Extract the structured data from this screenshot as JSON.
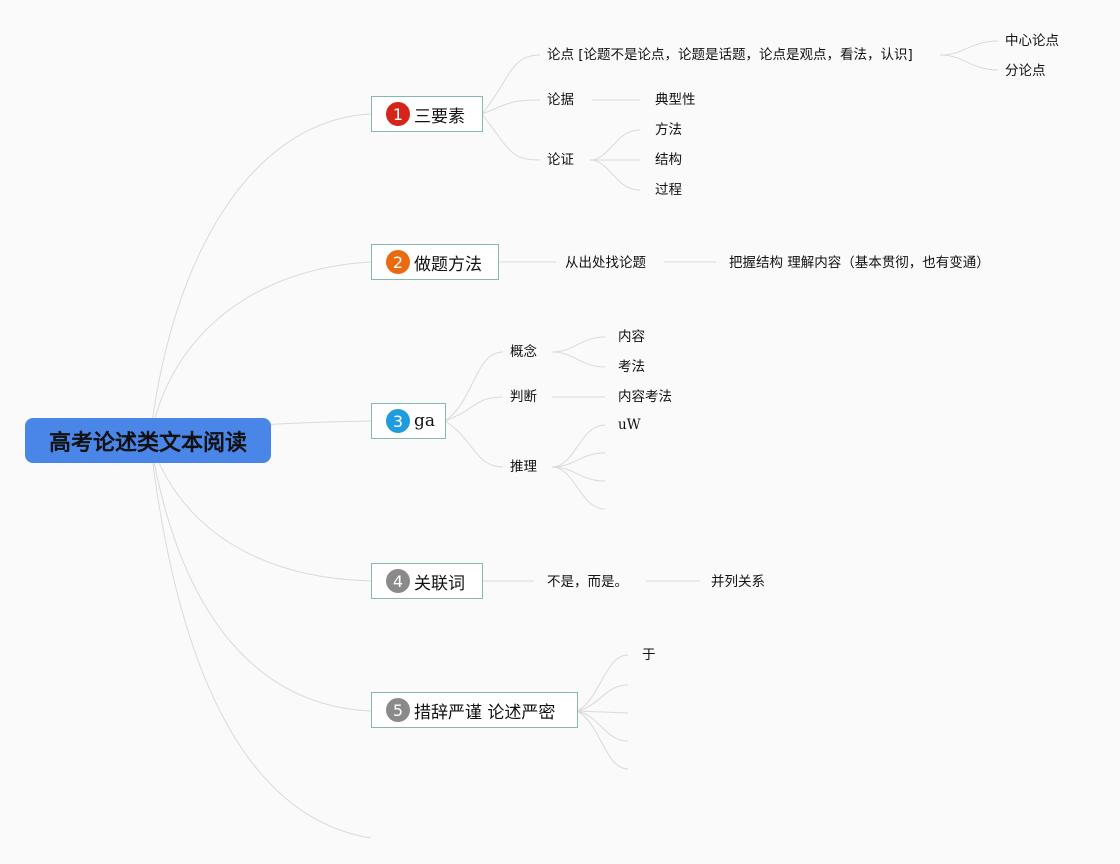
{
  "root": {
    "title": "高考论述类文本阅读",
    "color": "#4a86e8"
  },
  "branches": [
    {
      "number": "1",
      "badge_color": "#d5241a",
      "label": "三要素",
      "children": [
        {
          "label": "论点 [论题不是论点，论题是话题，论点是观点，看法，认识]",
          "children": [
            "中心论点",
            "分论点"
          ]
        },
        {
          "label": "论据",
          "children": [
            "典型性"
          ]
        },
        {
          "label": "论证",
          "children": [
            "方法",
            "结构",
            "过程"
          ]
        }
      ]
    },
    {
      "number": "2",
      "badge_color": "#ea6a12",
      "label": "做题方法",
      "children": [
        {
          "label": "从出处找论题",
          "children": [
            "把握结构 理解内容（基本贯彻，也有变通）"
          ]
        }
      ]
    },
    {
      "number": "3",
      "badge_color": "#1f9ce0",
      "label": "ga",
      "children": [
        {
          "label": "概念",
          "children": [
            "内容",
            "考法"
          ]
        },
        {
          "label": "判断",
          "children": [
            "内容考法"
          ]
        },
        {
          "label": "推理",
          "children": [
            "uW",
            "",
            "",
            ""
          ]
        }
      ]
    },
    {
      "number": "4",
      "badge_color": "#8a8a8a",
      "label": "关联词",
      "children": [
        {
          "label": "不是，而是。",
          "children": [
            "并列关系"
          ]
        }
      ]
    },
    {
      "number": "5",
      "badge_color": "#8a8a8a",
      "label": "措辞严谨 论述严密",
      "children": [
        {
          "label": "于",
          "children": []
        },
        {
          "label": "",
          "children": []
        },
        {
          "label": "",
          "children": []
        },
        {
          "label": "",
          "children": []
        },
        {
          "label": "",
          "children": []
        }
      ]
    },
    {
      "number": "",
      "badge_color": "#8a8a8a",
      "label": "",
      "children": []
    }
  ],
  "colors": {
    "branch_border": "#86b8b3",
    "link": "#d8d8d8",
    "background": "#fafafa"
  }
}
